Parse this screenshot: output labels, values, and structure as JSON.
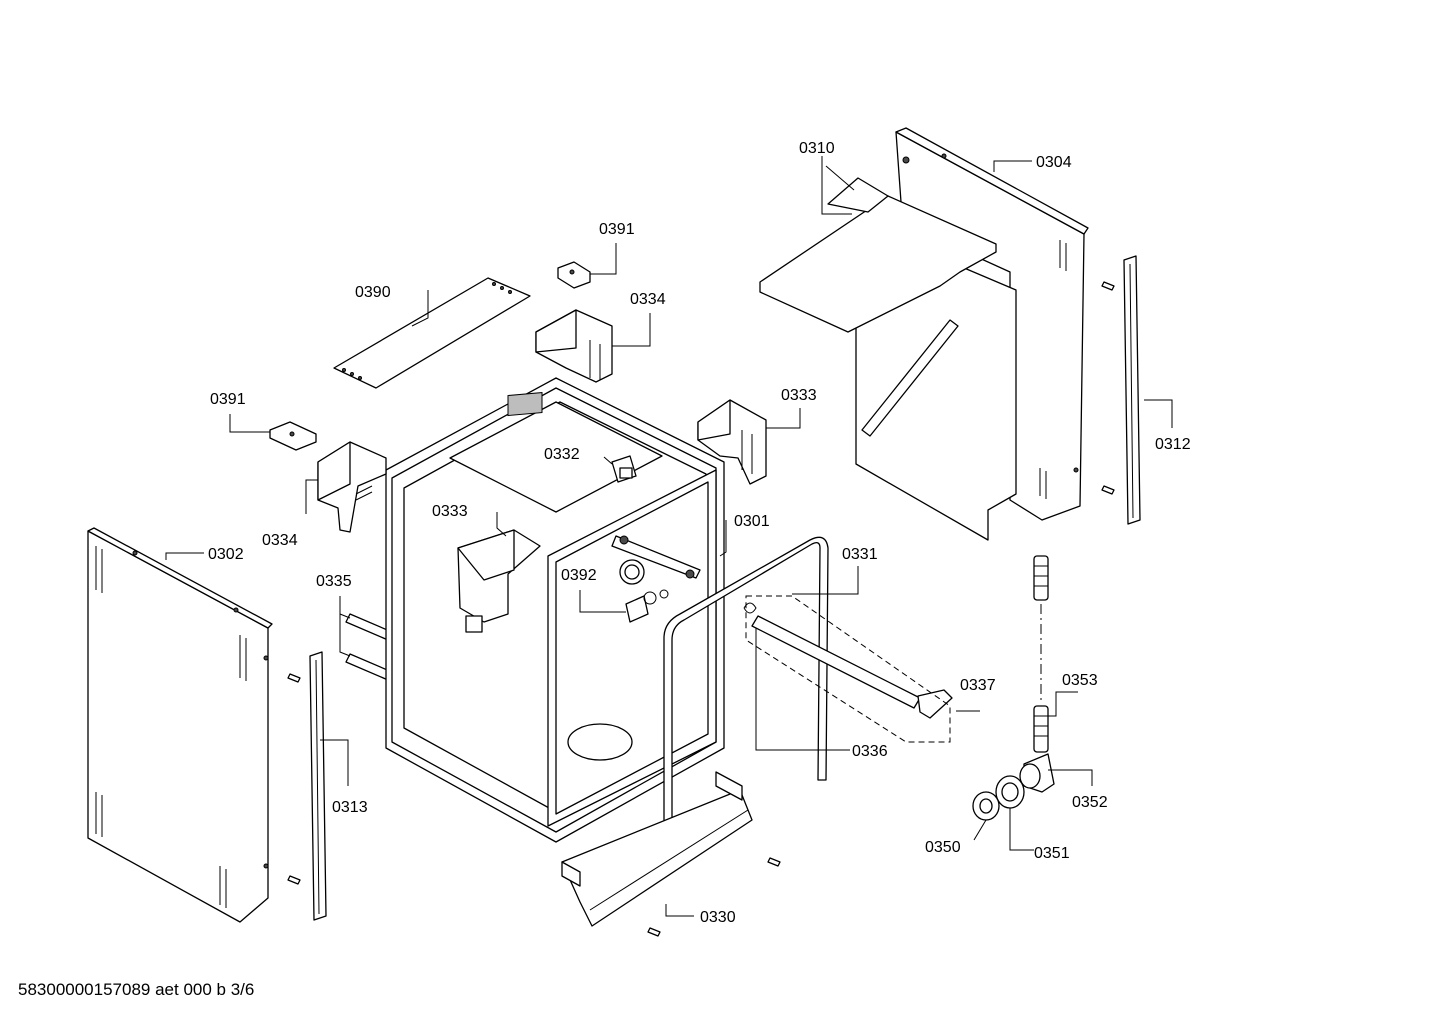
{
  "callouts": {
    "c0301": "0301",
    "c0302": "0302",
    "c0304": "0304",
    "c0310": "0310",
    "c0312": "0312",
    "c0313": "0313",
    "c0330": "0330",
    "c0331": "0331",
    "c0332": "0332",
    "c0333a": "0333",
    "c0333b": "0333",
    "c0334a": "0334",
    "c0334b": "0334",
    "c0335": "0335",
    "c0336": "0336",
    "c0337": "0337",
    "c0350": "0350",
    "c0351": "0351",
    "c0352": "0352",
    "c0353": "0353",
    "c0390": "0390",
    "c0391a": "0391",
    "c0391b": "0391",
    "c0392": "0392"
  },
  "footer": "58300000157089 aet 000 b 3/6"
}
